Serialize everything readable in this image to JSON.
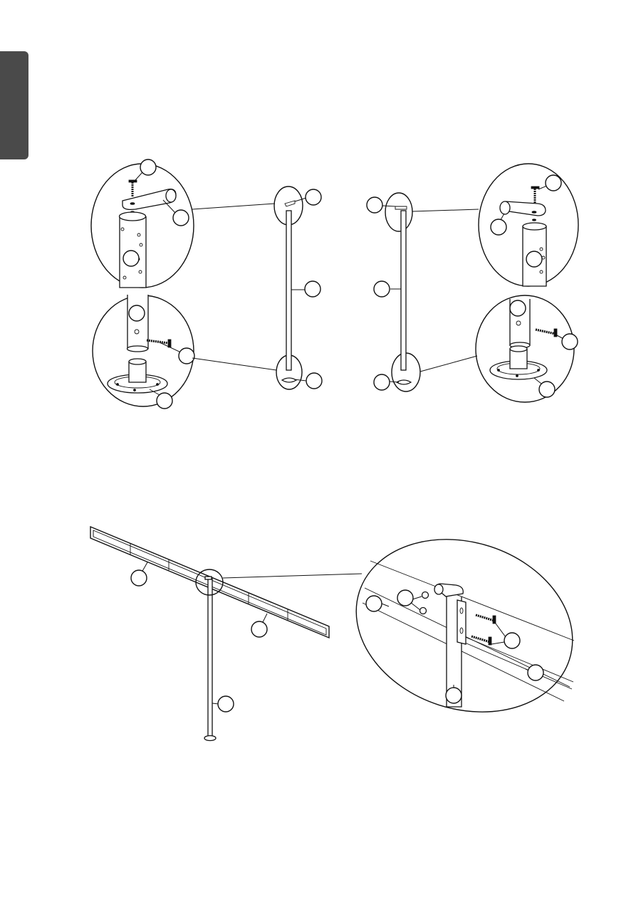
{
  "page": {
    "side_tab_color": "#4a4a4a",
    "line_color": "#111111",
    "background": "#ffffff"
  },
  "figures": [
    {
      "id": "figure-1-left-post-assembly",
      "callouts": [
        "",
        "",
        "",
        "",
        "",
        "",
        ""
      ]
    },
    {
      "id": "figure-1-right-post-assembly",
      "callouts": [
        "",
        "",
        "",
        "",
        "",
        "",
        ""
      ]
    },
    {
      "id": "figure-2-rail-attachment",
      "callouts": [
        "",
        "",
        "",
        "",
        "",
        "",
        "",
        "",
        ""
      ]
    }
  ]
}
